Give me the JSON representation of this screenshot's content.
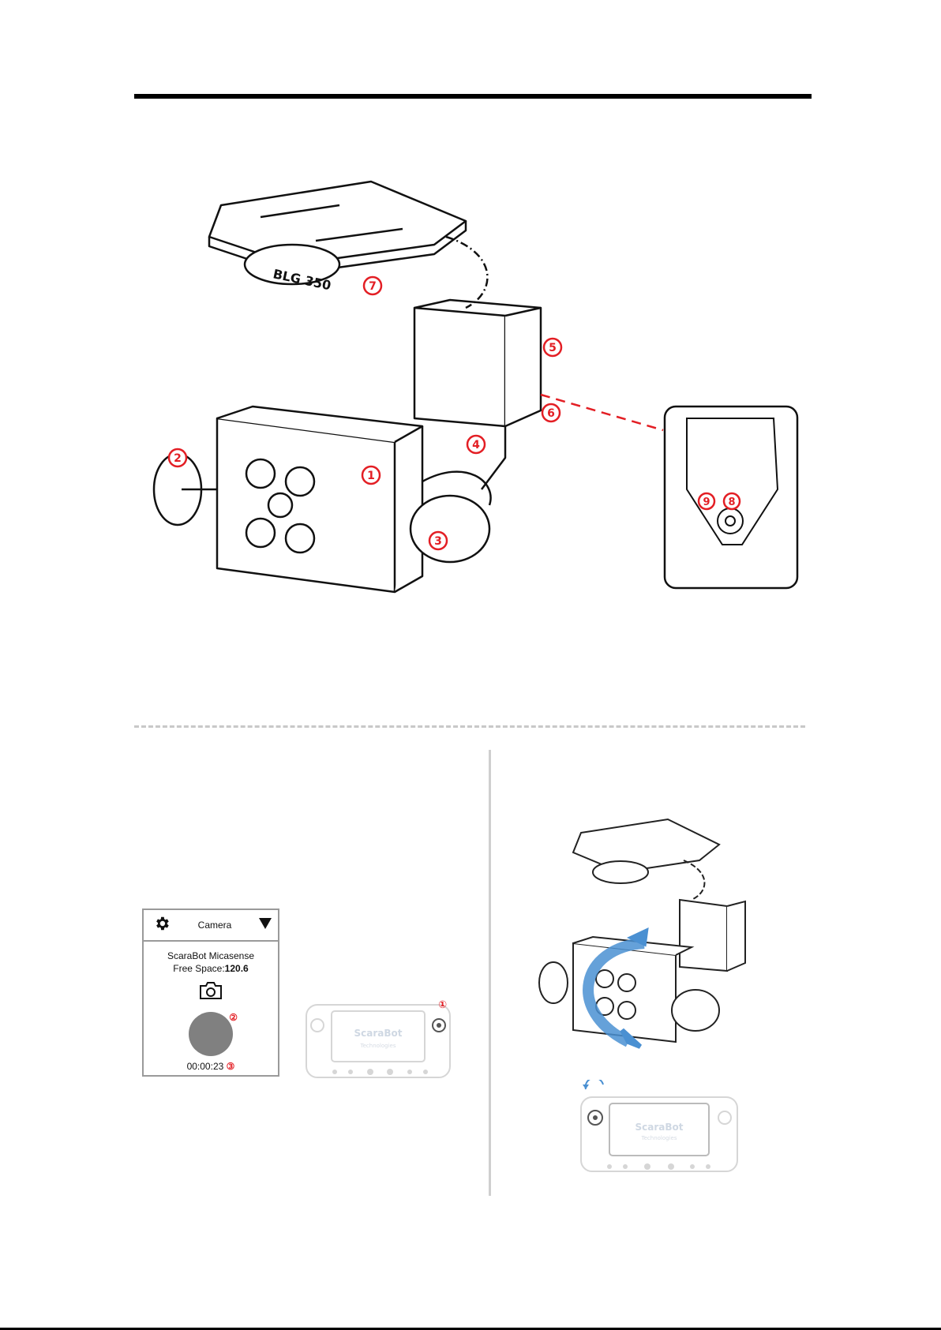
{
  "diagram": {
    "product_label": "BLG 350",
    "callouts": [
      "1",
      "2",
      "3",
      "4",
      "5",
      "6",
      "7",
      "8",
      "9"
    ],
    "callout_color": "#e31e24",
    "rotation_arrow_color": "#4a90d2"
  },
  "app_screen": {
    "title": "Camera",
    "settings_icon": "gear-icon",
    "dropdown_icon": "triangle-down-icon",
    "device_name": "ScaraBot Micasense",
    "free_space_label": "Free Space:",
    "free_space_value": "120.6",
    "camera_icon": "camera-icon",
    "record_badge": "②",
    "timer": "00:00:23",
    "timer_badge": "③"
  },
  "controller": {
    "brand": "ScaraBot",
    "subtitle": "Technologies",
    "badge": "①"
  }
}
